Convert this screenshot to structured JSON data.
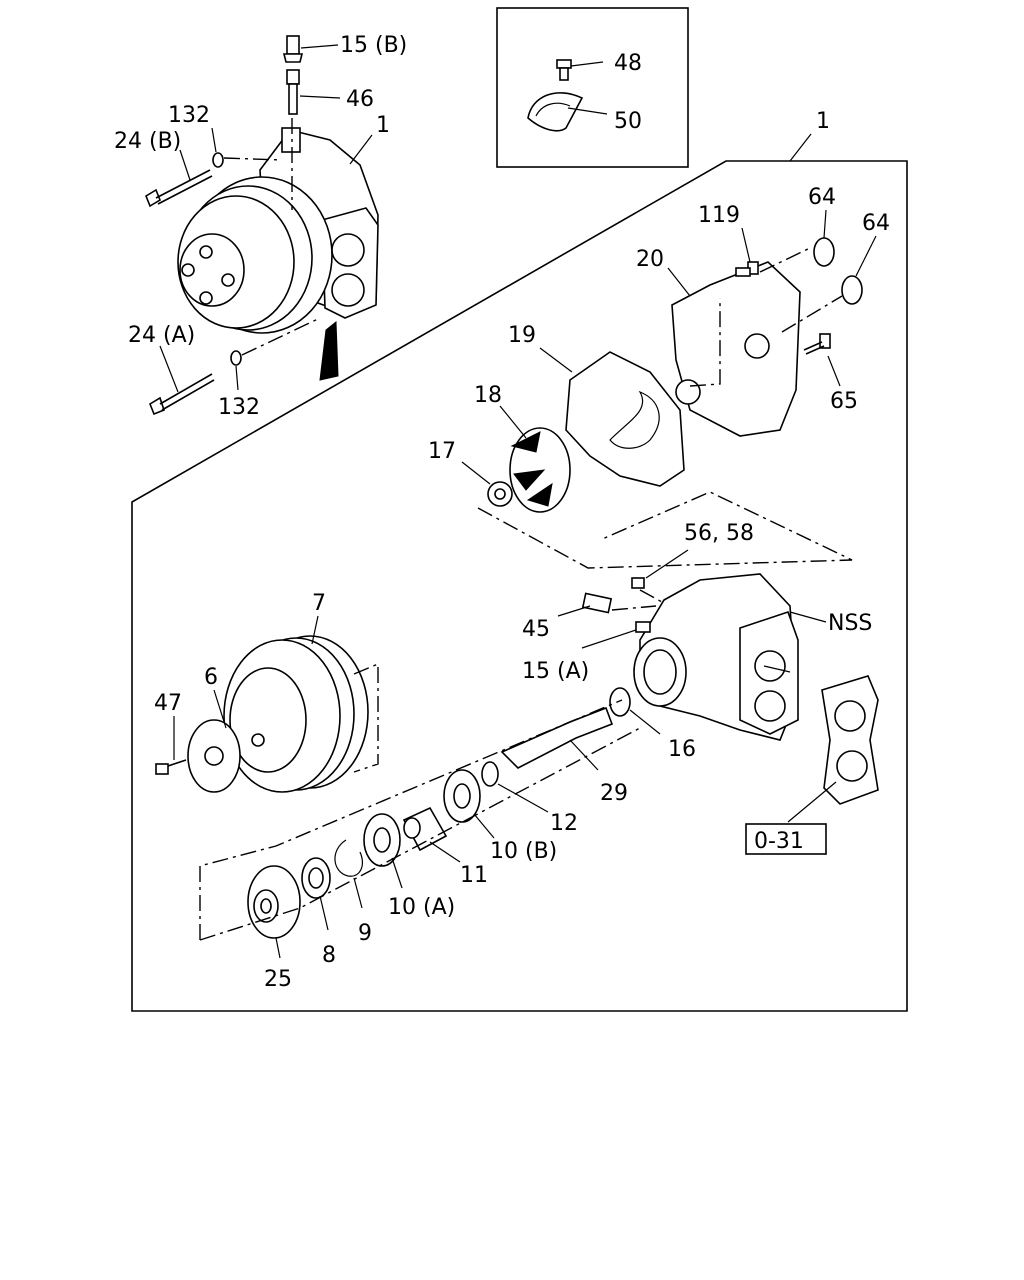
{
  "labels": {
    "l15b": "15 (B)",
    "l46": "46",
    "l132a": "132",
    "l1a": "1",
    "l24b": "24 (B)",
    "l24a": "24 (A)",
    "l132b": "132",
    "l48": "48",
    "l50": "50",
    "l1b": "1",
    "l119": "119",
    "l64a": "64",
    "l64b": "64",
    "l20": "20",
    "l19": "19",
    "l65": "65",
    "l18": "18",
    "l17": "17",
    "l5658": "56, 58",
    "l45": "45",
    "lnss": "NSS",
    "l15a": "15 (A)",
    "l7": "7",
    "l6": "6",
    "l47": "47",
    "l16": "16",
    "l29": "29",
    "l12": "12",
    "l10b": "10 (B)",
    "l11": "11",
    "l10a": "10 (A)",
    "l9": "9",
    "l8": "8",
    "l25": "25",
    "ref031": "0-31"
  }
}
